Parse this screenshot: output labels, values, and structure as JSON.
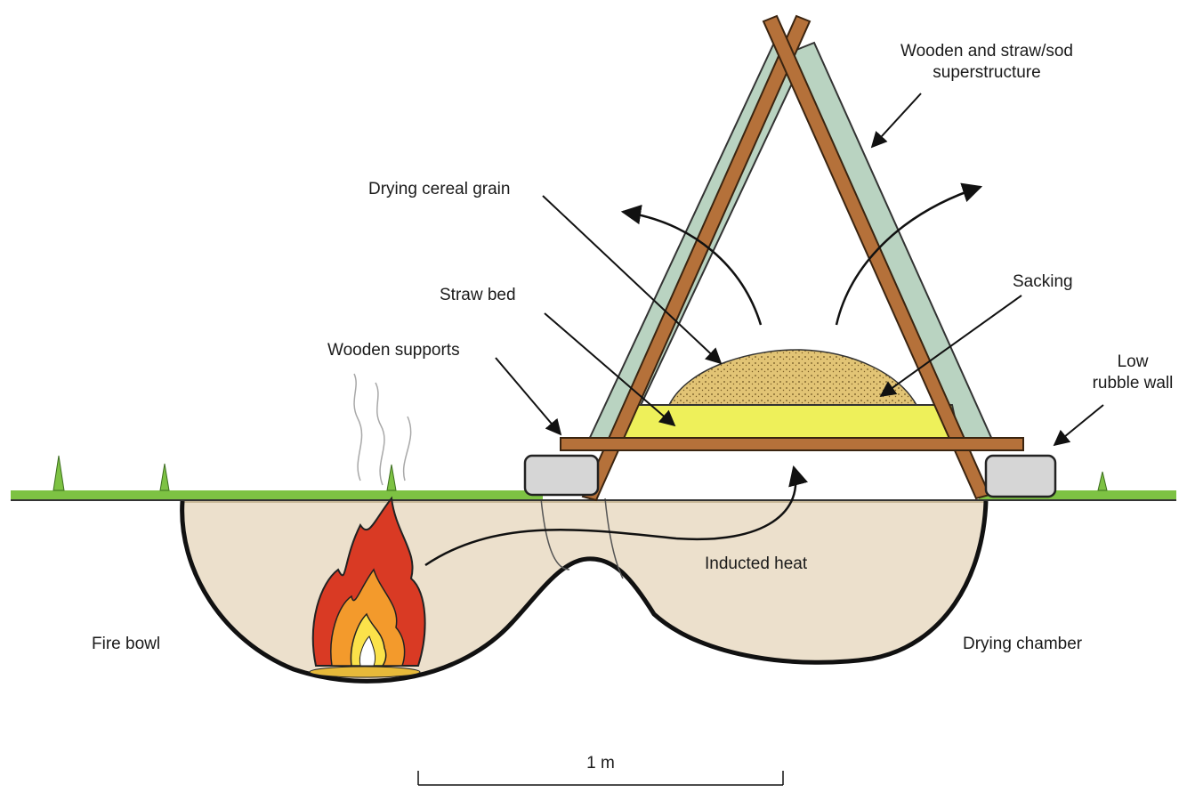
{
  "labels": {
    "superstructure_line1": "Wooden and straw/sod",
    "superstructure_line2": "superstructure",
    "drying_grain": "Drying cereal grain",
    "sacking": "Sacking",
    "straw_bed": "Straw bed",
    "wooden_supports": "Wooden supports",
    "rubble_line1": "Low",
    "rubble_line2": "rubble wall",
    "inducted_heat": "Inducted heat",
    "fire_bowl": "Fire bowl",
    "drying_chamber": "Drying chamber",
    "scale": "1 m"
  },
  "colors": {
    "grass": "#7dc243",
    "soil_fill": "#ece0cc",
    "soil_edge": "#c8b898",
    "thatch": "#b9d3c1",
    "timber": "#b5713a",
    "grain": "#e2c475",
    "straw": "#eef05a",
    "stone": "#d6d6d6",
    "flame_outer": "#d93a24",
    "flame_mid": "#f39a2c",
    "flame_inner": "#fbe24a"
  }
}
